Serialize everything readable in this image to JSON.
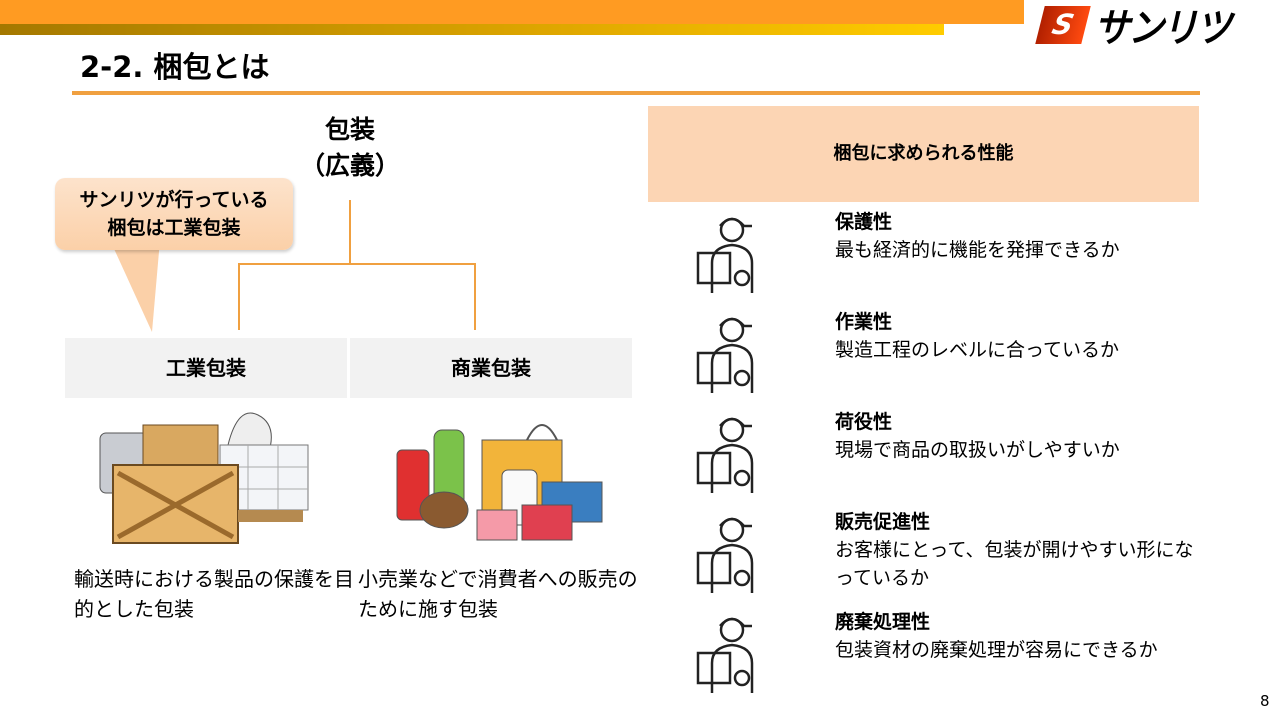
{
  "header": {
    "logo_text": "サンリツ",
    "logo_mark": "S",
    "title": "2-2. 梱包とは"
  },
  "left": {
    "broad_title": [
      "包装",
      "（広義）"
    ],
    "callout": [
      "サンリツが行っている",
      "梱包は工業包装"
    ],
    "categories": [
      {
        "label": "工業包装",
        "desc": "輸送時における製品の保護を目的とした包装"
      },
      {
        "label": "商業包装",
        "desc": "小売業などで消費者への販売のために施す包装"
      }
    ]
  },
  "right": {
    "header": "梱包に求められる性能",
    "items": [
      {
        "title": "保護性",
        "desc": "最も経済的に機能を発揮できるか"
      },
      {
        "title": "作業性",
        "desc": "製造工程のレベルに合っているか"
      },
      {
        "title": "荷役性",
        "desc": "現場で商品の取扱いがしやすいか"
      },
      {
        "title": "販売促進性",
        "desc": "お客様にとって、包装が開けやすい形になっているか"
      },
      {
        "title": "廃棄処理性",
        "desc": "包装資材の廃棄処理が容易にできるか"
      }
    ]
  },
  "colors": {
    "orange": "#ff9b22",
    "accent_line": "#f0a040",
    "peach": "#fcd5b4"
  },
  "page_number": "8"
}
